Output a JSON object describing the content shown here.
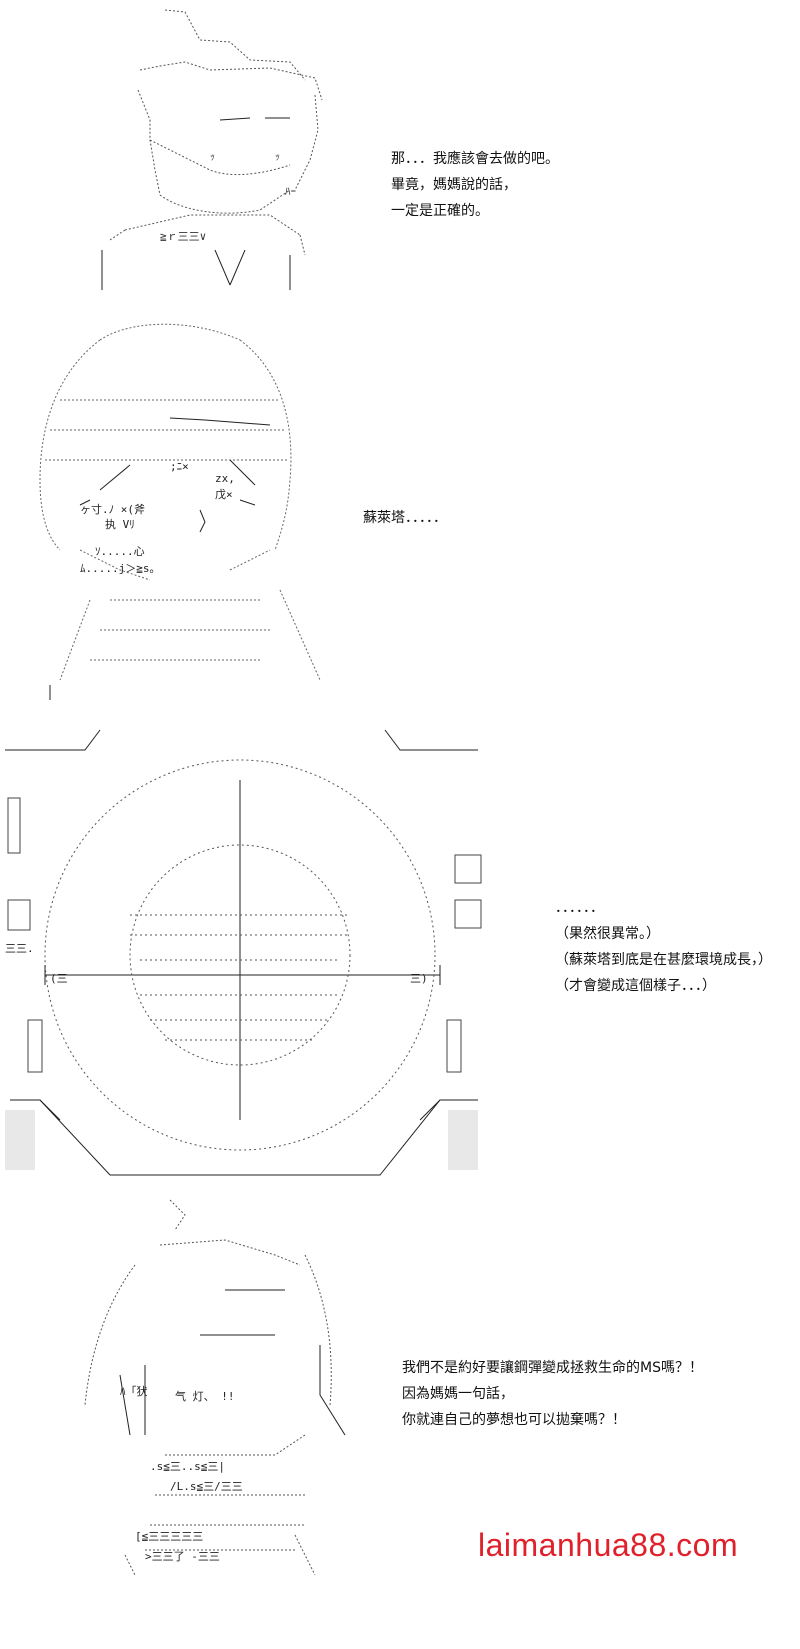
{
  "panel1": {
    "lines": [
      "那．．．我應該會去做的吧。",
      "畢竟，媽媽說的話，",
      "一定是正確的。"
    ]
  },
  "panel2": {
    "lines": [
      "蘇萊塔．．．．．"
    ]
  },
  "panel3": {
    "lines": [
      "．．．．．．",
      "（果然很異常。）",
      "（蘇萊塔到底是在甚麼環境成長，）",
      "（才會變成這個樣子．．．）"
    ]
  },
  "panel4": {
    "lines": [
      "我們不是約好要讓鋼彈變成拯救生命的MS嗎？！",
      "因為媽媽一句話，",
      "你就連自己的夢想也可以拋棄嗎？！"
    ]
  },
  "watermark": "laimanhua88.com"
}
